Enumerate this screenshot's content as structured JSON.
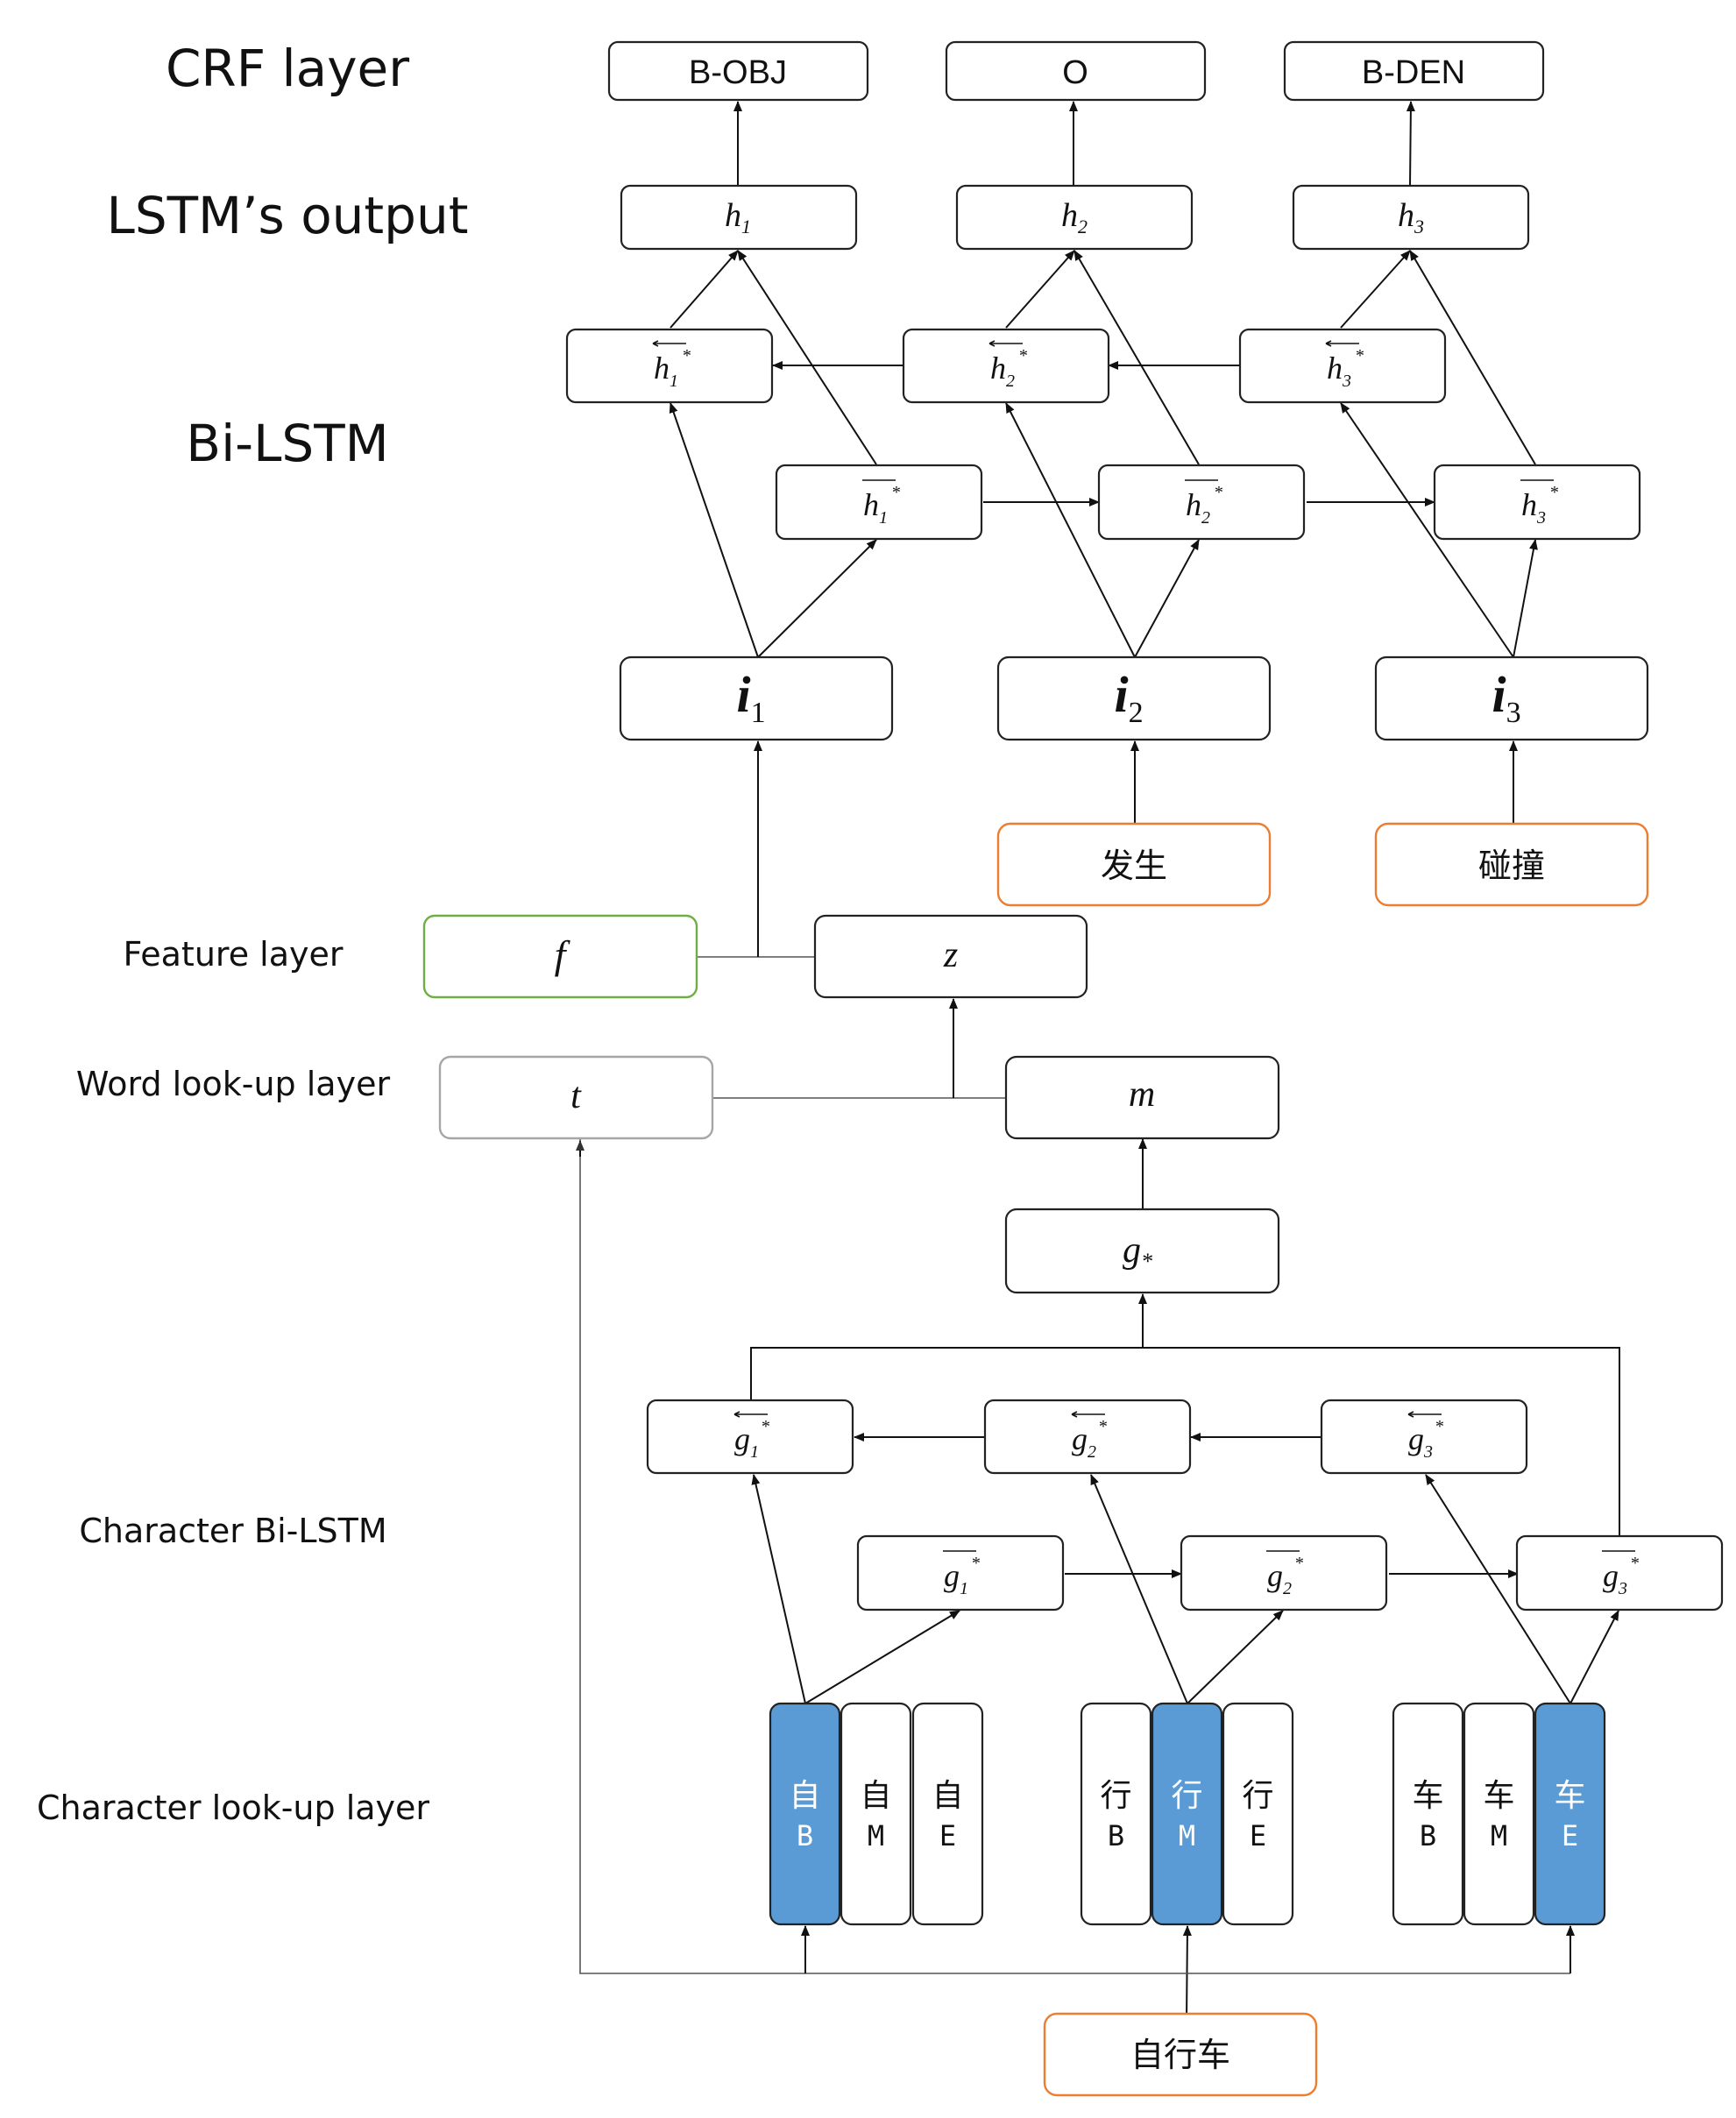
{
  "colors": {
    "highlight": "#5B9BD5",
    "orange_border": "#ED7D31",
    "green_border": "#70AD47",
    "gray_border": "#A6A6A6",
    "box_border": "#222222"
  },
  "layers": {
    "crf": "CRF layer",
    "lstm_output": "LSTM’s output",
    "bilstm": "Bi-LSTM",
    "feature": "Feature layer",
    "word_lookup": "Word look-up layer",
    "char_bilstm": "Character Bi-LSTM",
    "char_lookup": "Character look-up layer"
  },
  "crf_tags": [
    "B-OBJ",
    "O",
    "B-DEN"
  ],
  "outputs": [
    {
      "base": "h",
      "sub": "1"
    },
    {
      "base": "h",
      "sub": "2"
    },
    {
      "base": "h",
      "sub": "3"
    }
  ],
  "backward_states": [
    {
      "base": "h",
      "sub": "1",
      "sup": "*"
    },
    {
      "base": "h",
      "sub": "2",
      "sup": "*"
    },
    {
      "base": "h",
      "sub": "3",
      "sup": "*"
    }
  ],
  "forward_states": [
    {
      "base": "h",
      "sub": "1",
      "sup": "*"
    },
    {
      "base": "h",
      "sub": "2",
      "sup": "*"
    },
    {
      "base": "h",
      "sub": "3",
      "sup": "*"
    }
  ],
  "inputs": [
    {
      "base": "i",
      "sub": "1"
    },
    {
      "base": "i",
      "sub": "2"
    },
    {
      "base": "i",
      "sub": "3"
    }
  ],
  "words": [
    "发生",
    "碰撞"
  ],
  "feature": {
    "f": "f",
    "z": "z"
  },
  "word_lookup": {
    "t": "t",
    "m": "m"
  },
  "g_star": {
    "base": "g",
    "sub": "*"
  },
  "char_backward": [
    {
      "base": "g",
      "sub": "1",
      "sup": "*"
    },
    {
      "base": "g",
      "sub": "2",
      "sup": "*"
    },
    {
      "base": "g",
      "sub": "3",
      "sup": "*"
    }
  ],
  "char_forward": [
    {
      "base": "g",
      "sub": "1",
      "sup": "*"
    },
    {
      "base": "g",
      "sub": "2",
      "sup": "*"
    },
    {
      "base": "g",
      "sub": "3",
      "sup": "*"
    }
  ],
  "char_embeddings": [
    {
      "char": "自",
      "pos": "B",
      "highlighted": true
    },
    {
      "char": "自",
      "pos": "M",
      "highlighted": false
    },
    {
      "char": "自",
      "pos": "E",
      "highlighted": false
    },
    {
      "char": "行",
      "pos": "B",
      "highlighted": false
    },
    {
      "char": "行",
      "pos": "M",
      "highlighted": true
    },
    {
      "char": "行",
      "pos": "E",
      "highlighted": false
    },
    {
      "char": "车",
      "pos": "B",
      "highlighted": false
    },
    {
      "char": "车",
      "pos": "M",
      "highlighted": false
    },
    {
      "char": "车",
      "pos": "E",
      "highlighted": true
    }
  ],
  "input_word": "自行车"
}
